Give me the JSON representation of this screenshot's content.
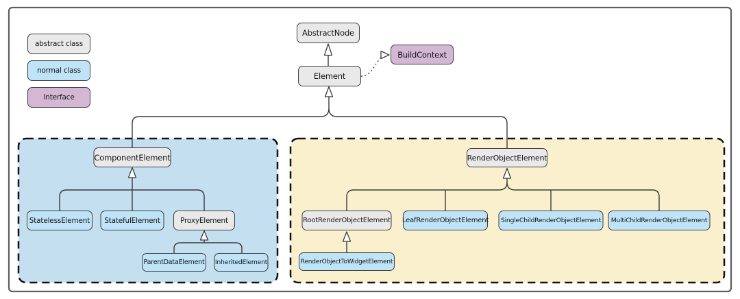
{
  "legend": {
    "items": [
      {
        "label": "abstract class",
        "type": "abstract"
      },
      {
        "label": "normal class",
        "type": "normal"
      },
      {
        "label": "Interface",
        "type": "interface"
      }
    ]
  },
  "nodes": {
    "abstract_node": {
      "label": "AbstractNode",
      "type": "abstract"
    },
    "element": {
      "label": "Element",
      "type": "abstract"
    },
    "build_context": {
      "label": "BuildContext",
      "type": "interface"
    },
    "component_element": {
      "label": "ComponentElement",
      "type": "abstract"
    },
    "stateless_element": {
      "label": "StatelessElement",
      "type": "normal"
    },
    "stateful_element": {
      "label": "StatefulElement",
      "type": "normal"
    },
    "proxy_element": {
      "label": "ProxyElement",
      "type": "abstract"
    },
    "parent_data_element": {
      "label": "ParentDataElement",
      "type": "normal"
    },
    "inherited_element": {
      "label": "InheritedElement",
      "type": "normal"
    },
    "render_object_element": {
      "label": "RenderObjectElement",
      "type": "abstract"
    },
    "root_render_object_element": {
      "label": "RootRenderObjectElement",
      "type": "abstract"
    },
    "leaf_render_object_element": {
      "label": "LeafRenderObjectElement",
      "type": "normal"
    },
    "single_child_render_object_element": {
      "label": "SingleChildRenderObjectElement",
      "type": "normal"
    },
    "multi_child_render_object_element": {
      "label": "MultiChildRenderObjectElement",
      "type": "normal"
    },
    "render_object_to_widget_element": {
      "label": "RenderObjectToWidgetElement",
      "type": "normal"
    }
  },
  "colors": {
    "abstract_fill": "#E9E9E9",
    "normal_fill": "#BFE3F7",
    "interface_fill": "#D3B7D5",
    "blue_panel_fill": "#C4DFF0",
    "yellow_panel_fill": "#FBF0CD",
    "line": "#3a3a3a"
  }
}
